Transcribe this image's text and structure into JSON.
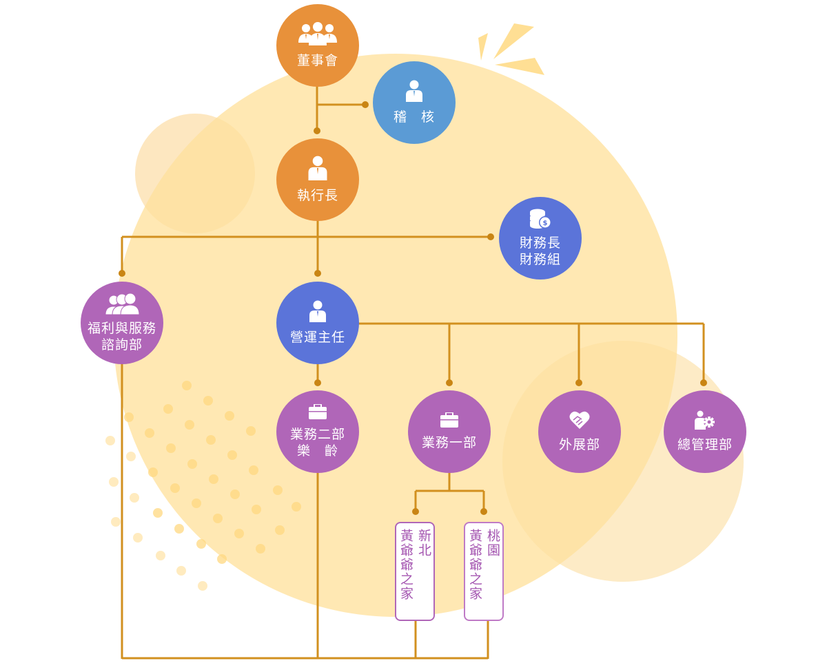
{
  "colors": {
    "orange": "#e8913a",
    "blue": "#5b9bd5",
    "indigo": "#5b74d9",
    "purple": "#b066b8",
    "line": "#d2901f",
    "bg_circle": "#ffe6ab",
    "bg_circle_light": "#fdf0d8"
  },
  "nodes": {
    "board": {
      "label": "董事會",
      "icon": "group-icon"
    },
    "audit": {
      "label": "稽　核",
      "icon": "person-icon"
    },
    "ceo": {
      "label": "執行長",
      "icon": "person-icon"
    },
    "cfo": {
      "label": "財務長\n財務組",
      "icon": "coins-icon"
    },
    "welfare": {
      "label": "福利與服務\n諮詢部",
      "icon": "people-icon"
    },
    "ops": {
      "label": "營運主任",
      "icon": "person-icon"
    },
    "sales2": {
      "label": "業務二部\n樂　齡",
      "icon": "briefcase-icon"
    },
    "sales1": {
      "label": "業務一部",
      "icon": "briefcase-icon"
    },
    "outreach": {
      "label": "外展部",
      "icon": "handshake-icon"
    },
    "admin": {
      "label": "總管理部",
      "icon": "person-gear-icon"
    }
  },
  "branches": {
    "xinbei": {
      "col1": "新北",
      "col2": "黃爺爺之家"
    },
    "taoyuan": {
      "col1": "桃園",
      "col2": "黃爺爺之家"
    }
  }
}
